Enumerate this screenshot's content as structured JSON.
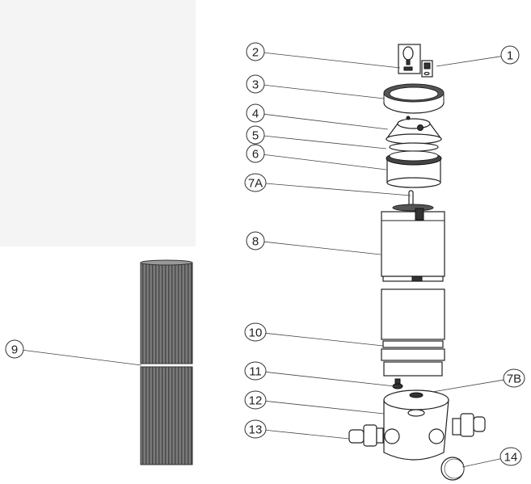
{
  "diagram": {
    "callouts": [
      {
        "id": "c1",
        "label": "1"
      },
      {
        "id": "c2",
        "label": "2"
      },
      {
        "id": "c3",
        "label": "3"
      },
      {
        "id": "c4",
        "label": "4"
      },
      {
        "id": "c5",
        "label": "5"
      },
      {
        "id": "c6",
        "label": "6"
      },
      {
        "id": "c7a",
        "label": "7A"
      },
      {
        "id": "c8",
        "label": "8"
      },
      {
        "id": "c9",
        "label": "9"
      },
      {
        "id": "c10",
        "label": "10"
      },
      {
        "id": "c11",
        "label": "11"
      },
      {
        "id": "c12",
        "label": "12"
      },
      {
        "id": "c13",
        "label": "13"
      },
      {
        "id": "c7b",
        "label": "7B"
      },
      {
        "id": "c14",
        "label": "14"
      }
    ],
    "colors": {
      "panel": "#f4f4f4",
      "cartridge": "#6e6e6e",
      "line": "#444444"
    }
  }
}
